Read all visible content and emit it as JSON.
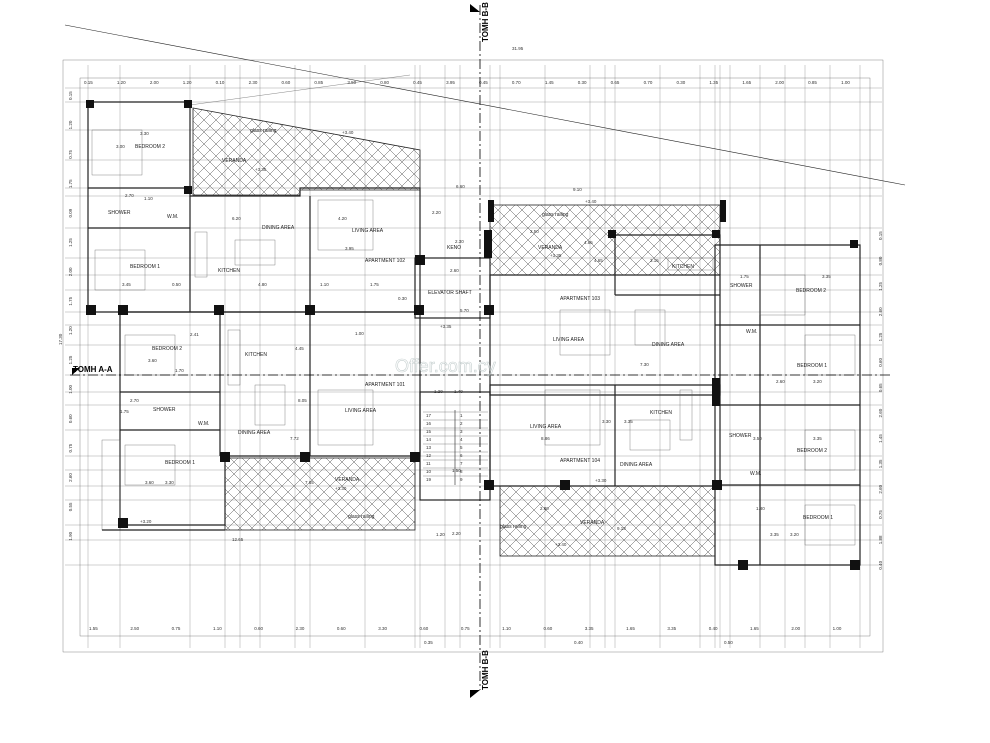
{
  "sections": {
    "top_b": "TOMH B-B",
    "bottom_b": "TOMH B-B",
    "left_a": "TOMH A-A"
  },
  "watermark": "Offer.com.cy",
  "rooms": {
    "bedroom2_tl": "BEDROOM 2",
    "shower_tl": "SHOWER",
    "wm_tl": "W.M.",
    "bedroom1_tl": "BEDROOM 1",
    "dining_tl": "DINING AREA",
    "kitchen_tl": "KITCHEN",
    "living_tl": "LIVING AREA",
    "apt102": "APARTMENT 102",
    "veranda_tl": "VERANDA",
    "bedroom2_ml": "BEDROOM 2",
    "kitchen_ml": "KITCHEN",
    "shower_ml": "SHOWER",
    "wm_ml": "W.M.",
    "bedroom1_ml": "BEDROOM 1",
    "dining_ml": "DINING AREA",
    "living_ml": "LIVING AREA",
    "apt101": "APARTMENT 101",
    "veranda_bl": "VERANDA",
    "elevator": "ELEVATOR SHAFT",
    "kenos": "KENO",
    "veranda_tc": "VERANDA",
    "apt103": "APARTMENT 103",
    "living_c": "LIVING AREA",
    "dining_c": "DINING AREA",
    "kitchen_tr": "KITCHEN",
    "bedroom2_tr": "BEDROOM 2",
    "shower_tr": "SHOWER",
    "wm_tr": "W.M.",
    "bedroom1_mr": "BEDROOM 1",
    "living_bc": "LIVING AREA",
    "apt104": "APARTMENT 104",
    "dining_bc": "DINING AREA",
    "kitchen_bc": "KITCHEN",
    "shower_br": "SHOWER",
    "bedroom2_br": "BEDROOM 2",
    "wm_br": "W.M.",
    "bedroom1_br": "BEDROOM 1",
    "veranda_bc": "VERANDA",
    "glass_tl": "glass railing",
    "glass_bl": "glass railing",
    "glass_tc": "glass railing",
    "glass_bc": "glass railing"
  },
  "levels": {
    "tl": "+3.40",
    "tl2": "+3.35",
    "tc": "+3.40",
    "tc2": "+3.35",
    "mid": "+3.35",
    "bl": "+3.30",
    "bc": "+3.30",
    "bc2": "+3.40",
    "bl2": "+3.20"
  },
  "dims": {
    "top_total": "31.95",
    "top": [
      "0.15",
      "1.20",
      "2.00",
      "1.20",
      "0.10",
      "2.30",
      "0.60",
      "0.85",
      "3.50",
      "0.80",
      "0.45",
      "3.95",
      "0.45",
      "0.70",
      "1.45",
      "0.30",
      "0.65",
      "0.70",
      "0.30",
      "1.35",
      "1.65",
      "2.00",
      "0.85",
      "1.00"
    ],
    "bottom": [
      "1.55",
      "2.50",
      "0.75",
      "1.10",
      "0.60",
      "2.30",
      "0.60",
      "3.30",
      "0.60",
      "0.75",
      "1.10",
      "0.60",
      "3.35",
      "1.65",
      "3.35",
      "0.40",
      "1.65",
      "2.00",
      "1.00"
    ],
    "bottom2": [
      "0.35",
      "0.40",
      "0.50"
    ],
    "left": [
      "0.15",
      "1.20",
      "0.75",
      "1.75",
      "0.09",
      "1.25",
      "2.00",
      "1.75",
      "1.20",
      "1.25",
      "1.00",
      "0.60",
      "0.75",
      "2.60",
      "0.55",
      "1.90"
    ],
    "right": [
      "0.15",
      "0.80",
      "1.25",
      "2.60",
      "1.25",
      "0.60",
      "0.65",
      "2.60",
      "1.45",
      "1.35",
      "2.60",
      "0.75",
      "1.88",
      "0.40"
    ],
    "left_total": "17.30",
    "inner": [
      "3.30",
      "3.00",
      "2.70",
      "1.10",
      "6.20",
      "4.20",
      "3.95",
      "3.45",
      "0.50",
      "4.80",
      "1.10",
      "1.75",
      "2.20",
      "0.30",
      "1.00",
      "2.41",
      "3.60",
      "4.45",
      "8.05",
      "1.70",
      "2.70",
      "1.75",
      "7.72",
      "7.65",
      "3.30",
      "3.60",
      "12.65",
      "2.60",
      "2.30",
      "5.70",
      "1.20",
      "1.40",
      "9.10",
      "6.60",
      "2.50",
      "3.15",
      "4.65",
      "4.85",
      "7.30",
      "1.75",
      "3.35",
      "2.60",
      "3.20",
      "3.35",
      "3.50",
      "9.13",
      "3.35",
      "3.20",
      "8.86",
      "3.30",
      "3.35",
      "1.80",
      "1.50",
      "2.80",
      "1.20",
      "2.20"
    ]
  },
  "stairs": [
    "17",
    "16",
    "15",
    "14",
    "13",
    "12",
    "11",
    "10",
    "19",
    "1",
    "2",
    "3",
    "4",
    "5",
    "6",
    "7",
    "8",
    "9"
  ]
}
